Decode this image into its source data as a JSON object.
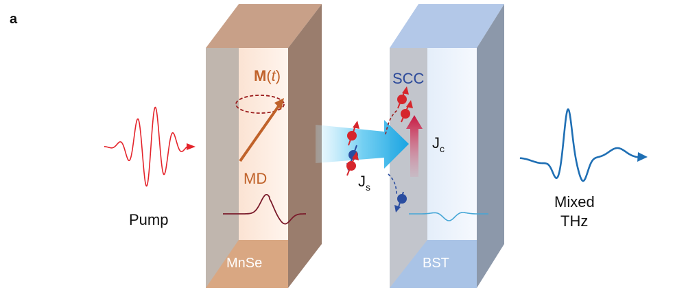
{
  "panel_label": "a",
  "labels": {
    "pump": "Pump",
    "magnetization_symbol": "M",
    "magnetization_arg": "t",
    "md": "MD",
    "scc": "SCC",
    "jc_main": "J",
    "jc_sub": "c",
    "js_main": "J",
    "js_sub": "s",
    "mixed": "Mixed",
    "thz": "THz"
  },
  "slabs": {
    "left": {
      "name": "MnSe",
      "color": "#d9a782"
    },
    "right": {
      "name": "BST",
      "color": "#a9c3e6"
    }
  },
  "colors": {
    "pump": "#e4242b",
    "magnetization": "#c0622a",
    "scc_text": "#2c4a9a",
    "thz": "#1f6fb4",
    "spin_flow": "#39b7ea",
    "jc_arrow": "#d2304f",
    "md_wave": "#7a1a2a",
    "spin_red": "#d6262c",
    "spin_blue": "#2a4da0"
  }
}
